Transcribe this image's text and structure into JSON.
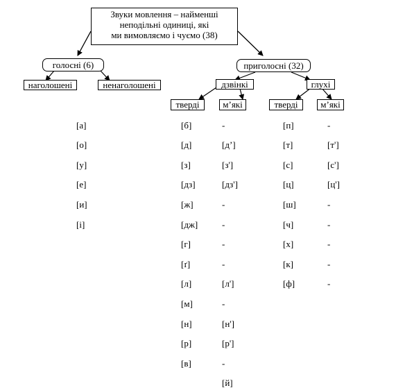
{
  "root": {
    "lines": [
      "Звуки мовлення – найменші",
      "неподільні одиниці, які",
      "ми вимовляємо і чуємо (38)"
    ]
  },
  "vowels": {
    "label": "голосні (6)",
    "stressed": {
      "label": "наголошені",
      "items": [
        "[а]",
        "[о]",
        "[у]",
        "[е]",
        "[и]",
        "[і]"
      ]
    },
    "unstressed": {
      "label": "ненаголошені"
    }
  },
  "consonants": {
    "label": "приголосні (32)",
    "voiced": {
      "label": "дзвінкі",
      "hard": {
        "label": "тверді",
        "items": [
          "[б]",
          "[д]",
          "[з]",
          "[дз]",
          "[ж]",
          "[дж]",
          "[г]",
          "[ґ]",
          "[л]",
          "[м]",
          "[н]",
          "[р]",
          "[в]"
        ]
      },
      "soft": {
        "label": "м’які",
        "items": [
          "-",
          "[д’]",
          "[з']",
          "[дз']",
          "-",
          "-",
          "-",
          "-",
          "[л']",
          "-",
          "[н']",
          "[р']",
          "-",
          "[й]"
        ]
      }
    },
    "voiceless": {
      "label": "глухі",
      "hard": {
        "label": "тверді",
        "items": [
          "[п]",
          "[т]",
          "[с]",
          "[ц]",
          "[ш]",
          "[ч]",
          "[х]",
          "[к]",
          "[ф]"
        ]
      },
      "soft": {
        "label": "м’які",
        "items": [
          "-",
          "[т']",
          "[с']",
          "[ц']",
          "-",
          "-",
          "-",
          "-",
          "-"
        ]
      }
    }
  },
  "colors": {
    "line": "#000000",
    "box_border": "#000000",
    "background": "#ffffff"
  }
}
